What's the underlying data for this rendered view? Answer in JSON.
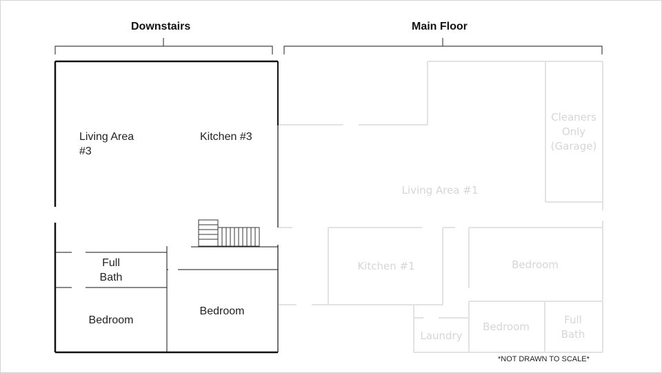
{
  "headings": {
    "downstairs": "Downstairs",
    "main_floor": "Main Floor"
  },
  "downstairs_rooms": {
    "living_area_line1": "Living Area",
    "living_area_line2": "#3",
    "kitchen": "Kitchen #3",
    "full_bath_line1": "Full",
    "full_bath_line2": "Bath",
    "bedroom_left": "Bedroom",
    "bedroom_right": "Bedroom"
  },
  "main_floor_rooms": {
    "cleaners_line1": "Cleaners",
    "cleaners_line2": "Only",
    "cleaners_line3": "(Garage)",
    "living_area": "Living Area #1",
    "kitchen": "Kitchen #1",
    "bedroom_top": "Bedroom",
    "laundry": "Laundry",
    "bedroom_bottom": "Bedroom",
    "full_bath_line1": "Full",
    "full_bath_line2": "Bath"
  },
  "note": "*NOT DRAWN TO SCALE*",
  "colors": {
    "downstairs_walls": "#111111",
    "main_floor_walls": "#e2e2e2",
    "main_floor_text": "#d6d6d6"
  }
}
